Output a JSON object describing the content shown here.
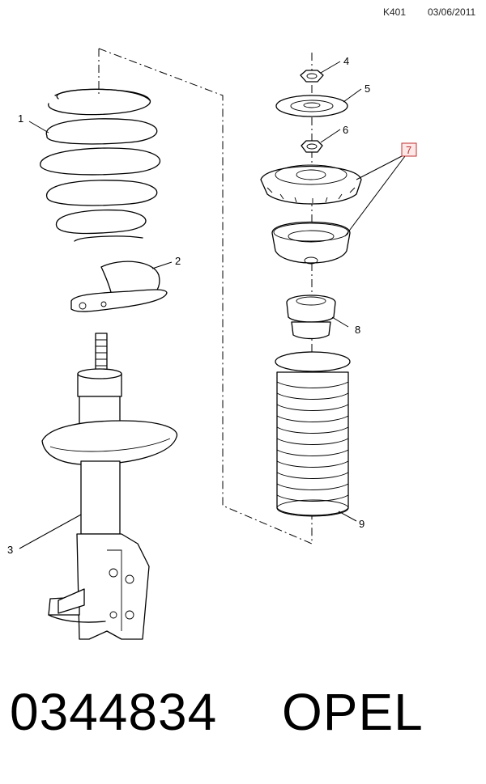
{
  "header": {
    "code": "K401",
    "date": "03/06/2011"
  },
  "callouts": [
    "1",
    "2",
    "3",
    "4",
    "5",
    "6",
    "7",
    "8",
    "9"
  ],
  "footer": {
    "part_number": "0344834",
    "brand": "OPEL"
  },
  "colors": {
    "line": "#000000",
    "highlight_box": "#c03030",
    "highlight_fill": "#fde8e8"
  }
}
